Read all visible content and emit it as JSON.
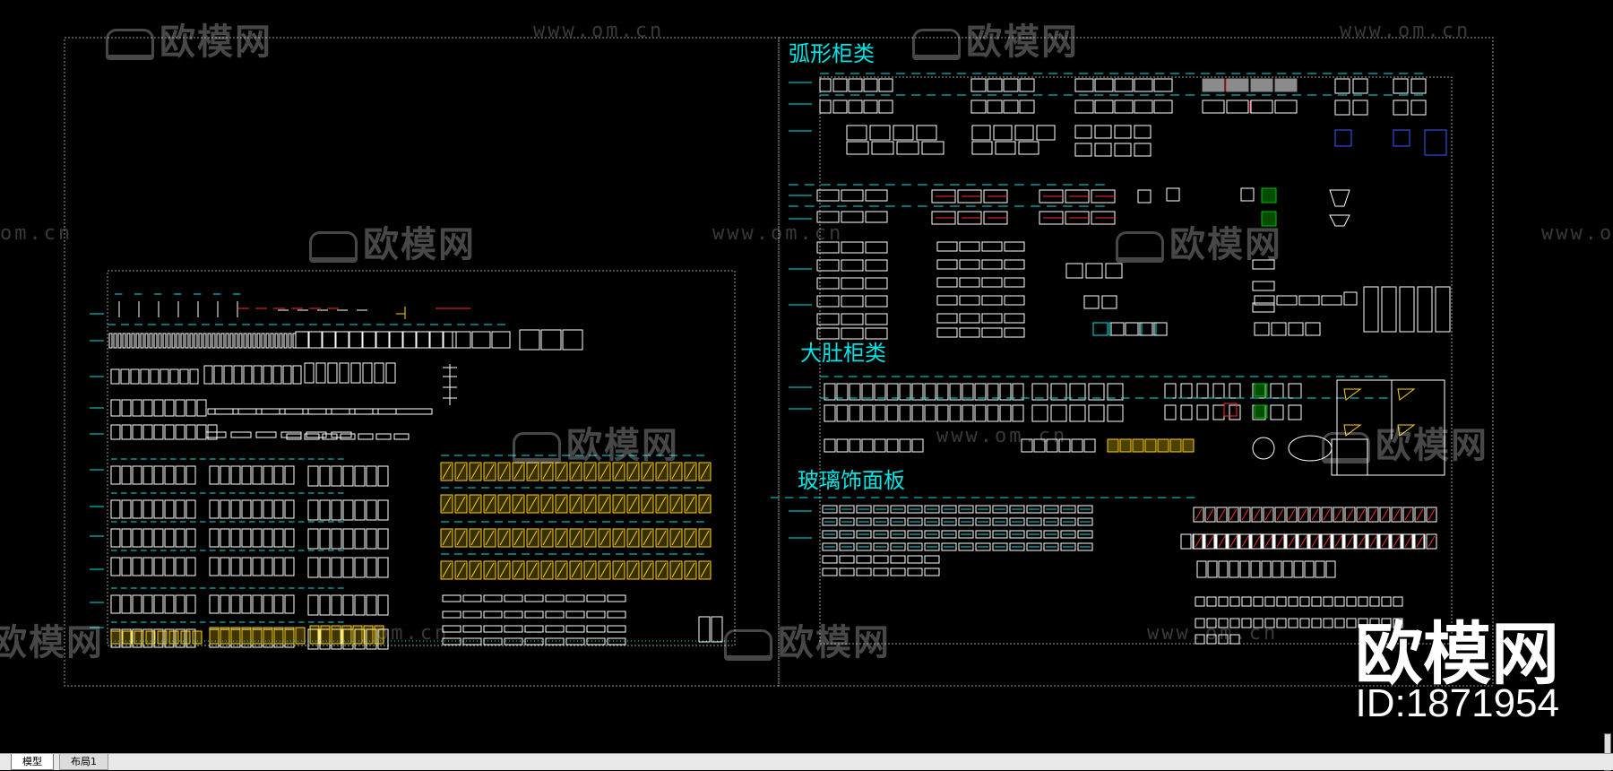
{
  "watermarks": {
    "brand": "欧模网",
    "url": "www.om.cn",
    "url_short": "om.cn"
  },
  "headings": {
    "arc_cabinets": "弧形柜类",
    "belly_cabinets": "大肚柜类",
    "glass_panels": "玻璃饰面板"
  },
  "brand_logo": {
    "name": "欧模网",
    "id": "ID:1871954"
  },
  "tabs": [
    {
      "label": "模型",
      "active": true
    },
    {
      "label": "布局1",
      "active": false
    }
  ],
  "colors": {
    "background": "#000000",
    "drawing_white": "#ffffff",
    "dimension_cyan": "#00e5e5",
    "highlight_yellow": "#ffd400",
    "accent_red": "#ff2a2a",
    "accent_green": "#00c000",
    "accent_blue": "#3a5cff"
  },
  "icons": [
    "sofa-logo-icon"
  ]
}
